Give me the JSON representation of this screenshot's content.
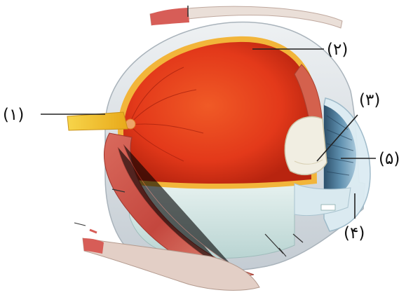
{
  "labels": [
    {
      "id": "1",
      "text": "(۱)"
    },
    {
      "id": "2",
      "text": "(۲)"
    },
    {
      "id": "3",
      "text": "(۳)"
    },
    {
      "id": "4",
      "text": "(۴)"
    },
    {
      "id": "5",
      "text": "(۵)"
    }
  ],
  "colors": {
    "background": "#ffffff",
    "eyeball_interior": "#e3391a",
    "retina_rim": "#f2b53a",
    "sclera": "#cfd6dc",
    "optic_nerve": "#f3c21a",
    "muscle": "#c9504a",
    "lens": "#f1eee2",
    "iris": "#3f6e8c",
    "cornea": "#dcecf3",
    "leader_line": "#222222"
  }
}
